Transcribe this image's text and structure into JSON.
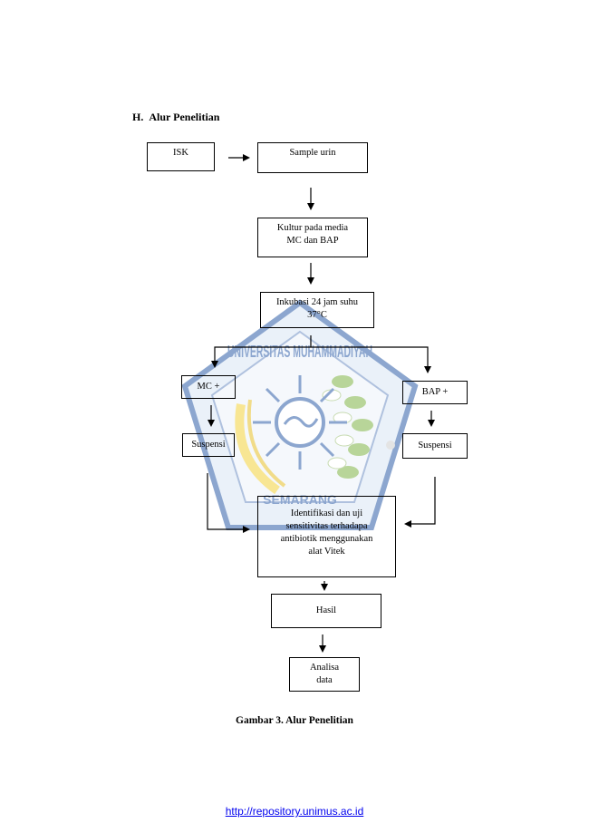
{
  "heading": {
    "number": "H.",
    "title": "Alur Penelitian"
  },
  "nodes": {
    "isk": "ISK",
    "sample_urin": "Sample urin",
    "kultur": "Kultur pada media\nMC dan BAP",
    "inkubasi": "Inkubasi 24 jam suhu\n37°C",
    "mc_plus": "MC +",
    "bap_plus": "BAP +",
    "suspensi_left": "Suspensi",
    "suspensi_right": "Suspensi",
    "identifikasi": "Identifikasi dan uji\nsensitivitas terhadapa\nantibiotik menggunakan\nalat Vitek",
    "hasil": "Hasil",
    "analisa": "Analisa\ndata"
  },
  "watermark": {
    "text_top": "UNIVERSITAS MUHAMMADIYAH",
    "text_bottom": "SEMARANG",
    "colors": {
      "yellow": "#f3d23b",
      "blue": "#2f5fa8",
      "green": "#7fb446"
    }
  },
  "caption": "Gambar 3. Alur Penelitian",
  "footer": {
    "link": "http://repository.unimus.ac.id"
  }
}
